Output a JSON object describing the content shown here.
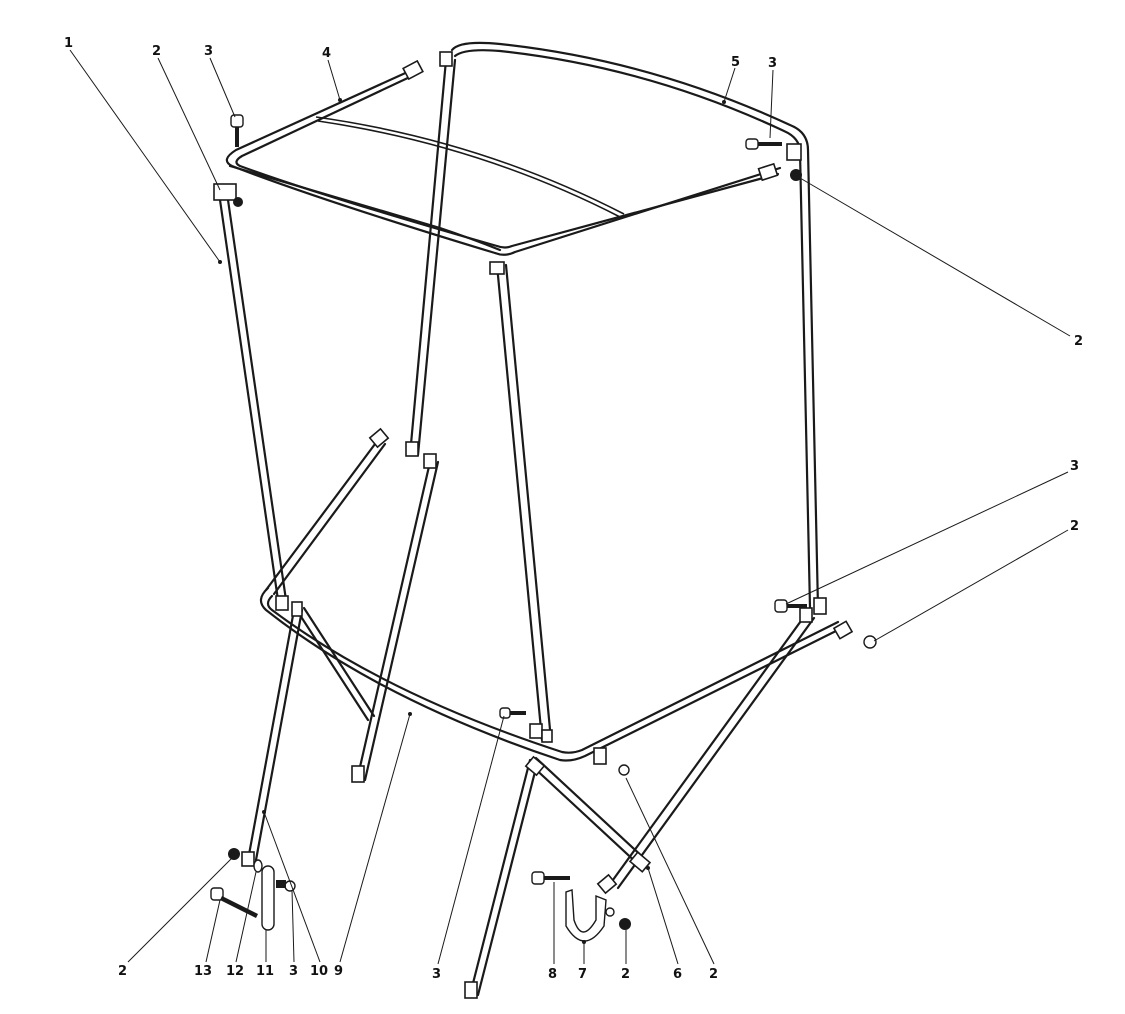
{
  "callouts": [
    {
      "id": "c1",
      "label": "1"
    },
    {
      "id": "c2a",
      "label": "2"
    },
    {
      "id": "c3a",
      "label": "3"
    },
    {
      "id": "c4",
      "label": "4"
    },
    {
      "id": "c5",
      "label": "5"
    },
    {
      "id": "c3b",
      "label": "3"
    },
    {
      "id": "c2b",
      "label": "2"
    },
    {
      "id": "c3c",
      "label": "3"
    },
    {
      "id": "c2c",
      "label": "2"
    },
    {
      "id": "c2d",
      "label": "2"
    },
    {
      "id": "c13",
      "label": "13"
    },
    {
      "id": "c12",
      "label": "12"
    },
    {
      "id": "c11",
      "label": "11"
    },
    {
      "id": "c3d",
      "label": "3"
    },
    {
      "id": "c10",
      "label": "10"
    },
    {
      "id": "c9",
      "label": "9"
    },
    {
      "id": "c3e",
      "label": "3"
    },
    {
      "id": "c8",
      "label": "8"
    },
    {
      "id": "c7",
      "label": "7"
    },
    {
      "id": "c2e",
      "label": "2"
    },
    {
      "id": "c6",
      "label": "6"
    },
    {
      "id": "c2f",
      "label": "2"
    }
  ]
}
